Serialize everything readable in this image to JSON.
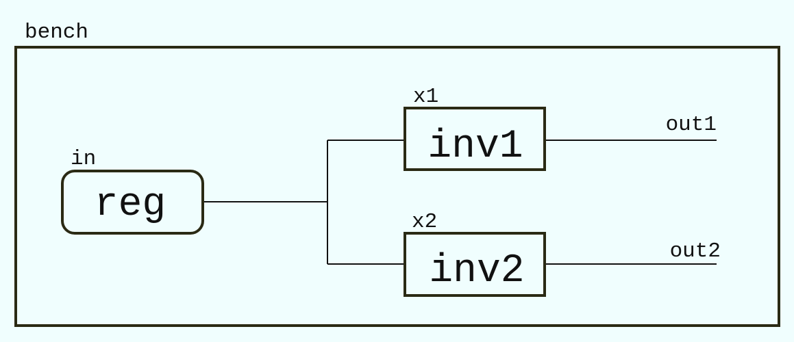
{
  "colors": {
    "background": "#f0fefe",
    "stroke": "#2a2a14",
    "wire": "#111111",
    "text": "#111111"
  },
  "bench": {
    "label": "bench"
  },
  "blocks": {
    "reg": {
      "instance": "in",
      "type": "reg"
    },
    "inv1": {
      "instance": "x1",
      "type": "inv1"
    },
    "inv2": {
      "instance": "x2",
      "type": "inv2"
    }
  },
  "outputs": {
    "out1": "out1",
    "out2": "out2"
  }
}
